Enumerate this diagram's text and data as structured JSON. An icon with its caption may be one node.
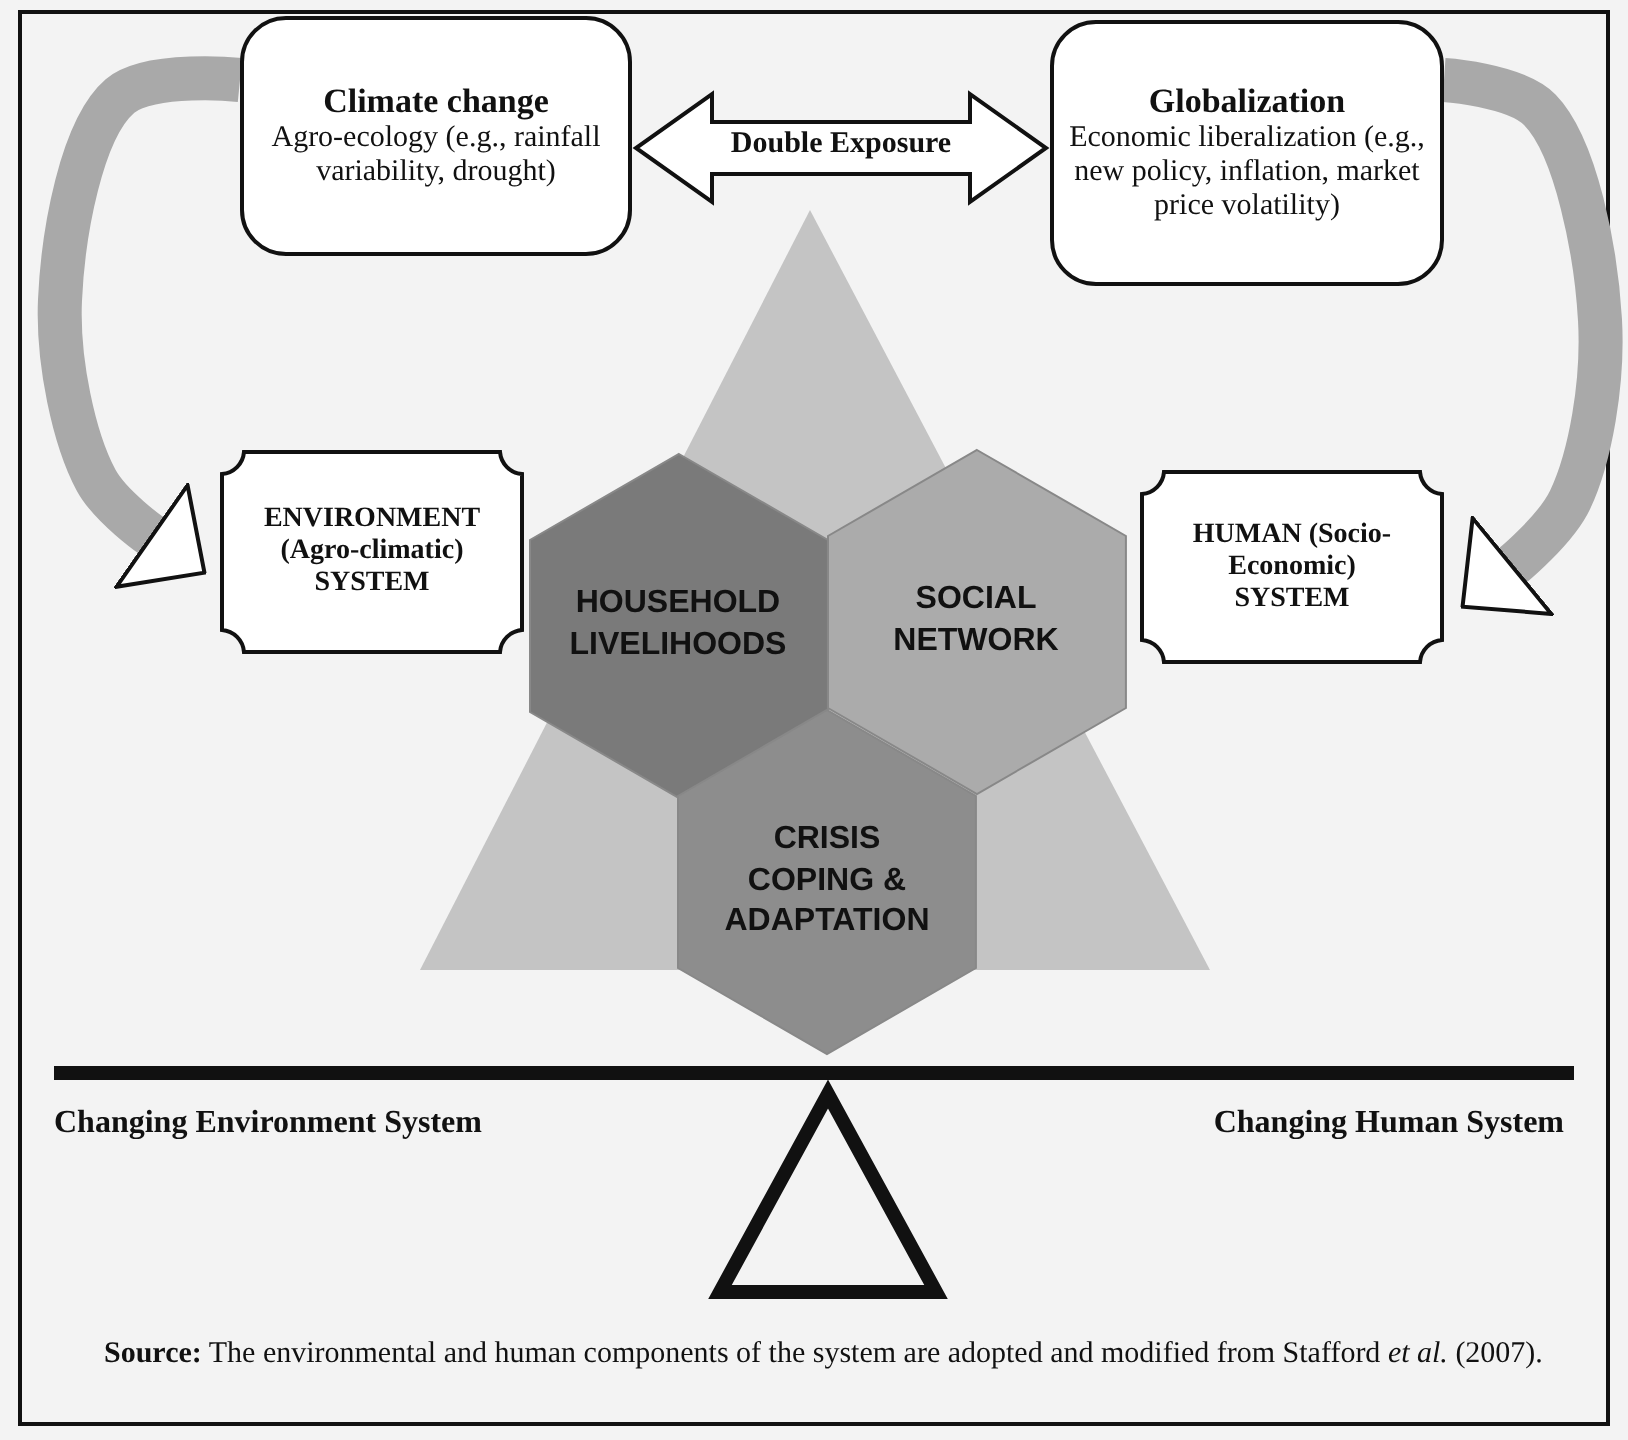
{
  "diagram": {
    "caption": "**Source:** The environmental and human components of the system are adopted and modified from Stafford *et al.* (2007).",
    "nodes": [
      {
        "text": [
          "Climate change",
          "Agro-ecology (e.g., rainfall variability, drought)"
        ]
      },
      {
        "text": [
          "Globalization",
          "Economic liberalization (e.g., new policy, inflation, market price volatility)"
        ]
      },
      {
        "text": [
          "ENVIRONMENT (Agro-climatic) SYSTEM"
        ]
      },
      {
        "text": [
          "HUMAN (Socio-Economic) SYSTEM"
        ]
      },
      {
        "text": [
          "HOUSEHOLD LIVELIHOODS"
        ]
      },
      {
        "text": [
          "SOCIAL NETWORK"
        ]
      },
      {
        "text": [
          "CRISIS COPING & ADAPTATION"
        ]
      }
    ],
    "edges": [
      {
        "from": 0,
        "to": 1,
        "arrow": "both",
        "label": "Double Exposure"
      },
      {
        "from": 0,
        "to": 2,
        "arrow": "to"
      },
      {
        "from": 1,
        "to": 3,
        "arrow": "to"
      }
    ],
    "labels": [
      "Changing Environment System",
      "Changing Human System"
    ]
  }
}
